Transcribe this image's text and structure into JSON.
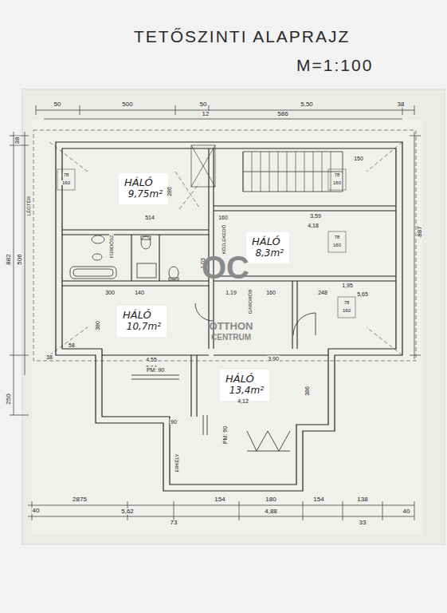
{
  "diagram": {
    "title": "TETŐSZINTI ALAPRAJZ",
    "caption": "M=1:100",
    "nodes": [
      {
        "text": [
          "HÁLÓ",
          "9,75m²"
        ]
      },
      {
        "text": [
          "HÁLÓ",
          "8,3m²"
        ]
      },
      {
        "text": [
          "HÁLÓ",
          "10,7m²"
        ]
      },
      {
        "text": [
          "HÁLÓ",
          "13,4m²"
        ]
      }
    ],
    "labels": [
      "50",
      "500",
      "50",
      "5,50",
      "38",
      "12",
      "586",
      "38",
      "882",
      "506",
      "250",
      "887",
      "40",
      "2875",
      "5,62",
      "154",
      "180",
      "154",
      "4,88",
      "138",
      "40",
      "73",
      "33",
      "514",
      "300",
      "140",
      "380",
      "4,55",
      "5,14",
      "58",
      "38",
      "160",
      "1,03",
      "1,19",
      "160",
      "3,59",
      "4,18",
      "1,95",
      "5,65",
      "248",
      "3,90",
      "4,12",
      "386",
      "PM: 90",
      "PM: 90",
      "90",
      "78",
      "160",
      "78",
      "160",
      "78",
      "160",
      "78",
      "160",
      "286",
      "150",
      "KÖZLEKEDŐ",
      "FÜRDŐSZ.",
      "GARDRÓB",
      "ERKÉLY",
      "LÉGTÉR",
      "OC",
      "OTTHON",
      "CENTRUM"
    ]
  }
}
